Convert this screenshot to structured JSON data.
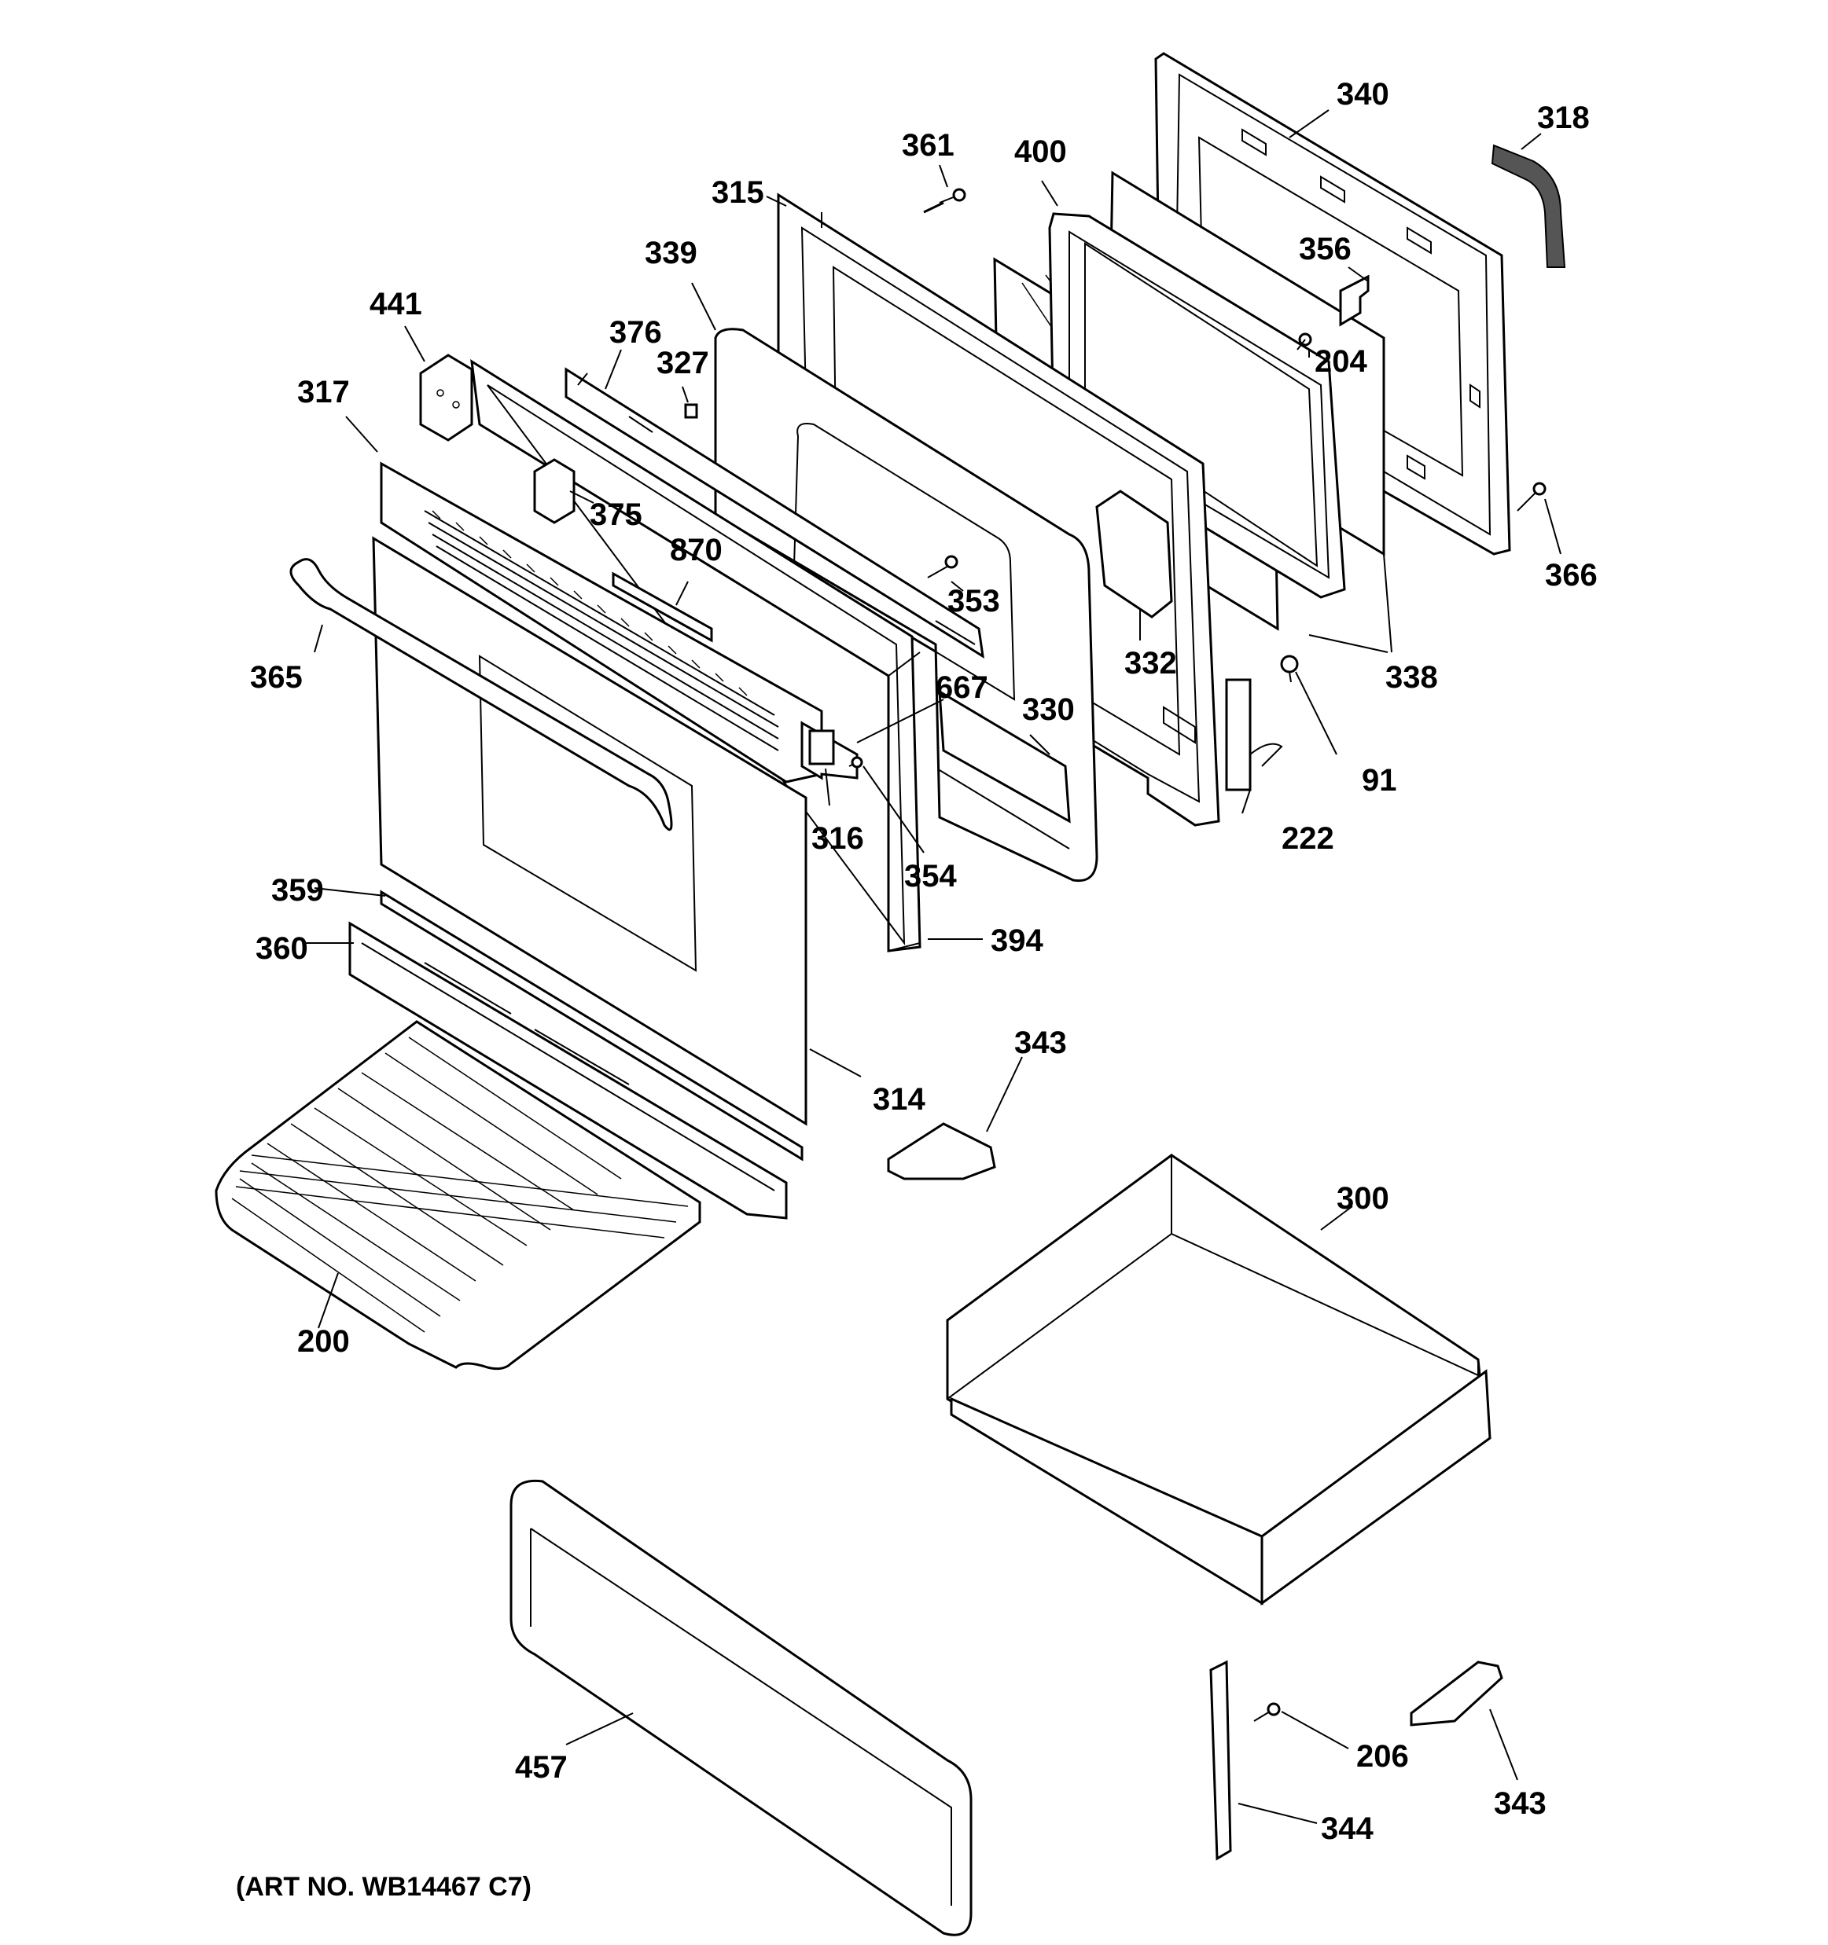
{
  "labels": {
    "l340": "340",
    "l318": "318",
    "l361": "361",
    "l400": "400",
    "l315": "315",
    "l339": "339",
    "l356": "356",
    "l441": "441",
    "l376": "376",
    "l327": "327",
    "l204": "204",
    "l317": "317",
    "l375": "375",
    "l870": "870",
    "l353": "353",
    "l366": "366",
    "l365": "365",
    "l332": "332",
    "l338": "338",
    "l667": "667",
    "l330": "330",
    "l91": "91",
    "l316": "316",
    "l222": "222",
    "l354": "354",
    "l359": "359",
    "l360": "360",
    "l394": "394",
    "l343a": "343",
    "l314": "314",
    "l300": "300",
    "l200": "200",
    "l457": "457",
    "l206": "206",
    "l344": "344",
    "l343b": "343"
  },
  "art_number": "(ART NO. WB14467 C7)"
}
